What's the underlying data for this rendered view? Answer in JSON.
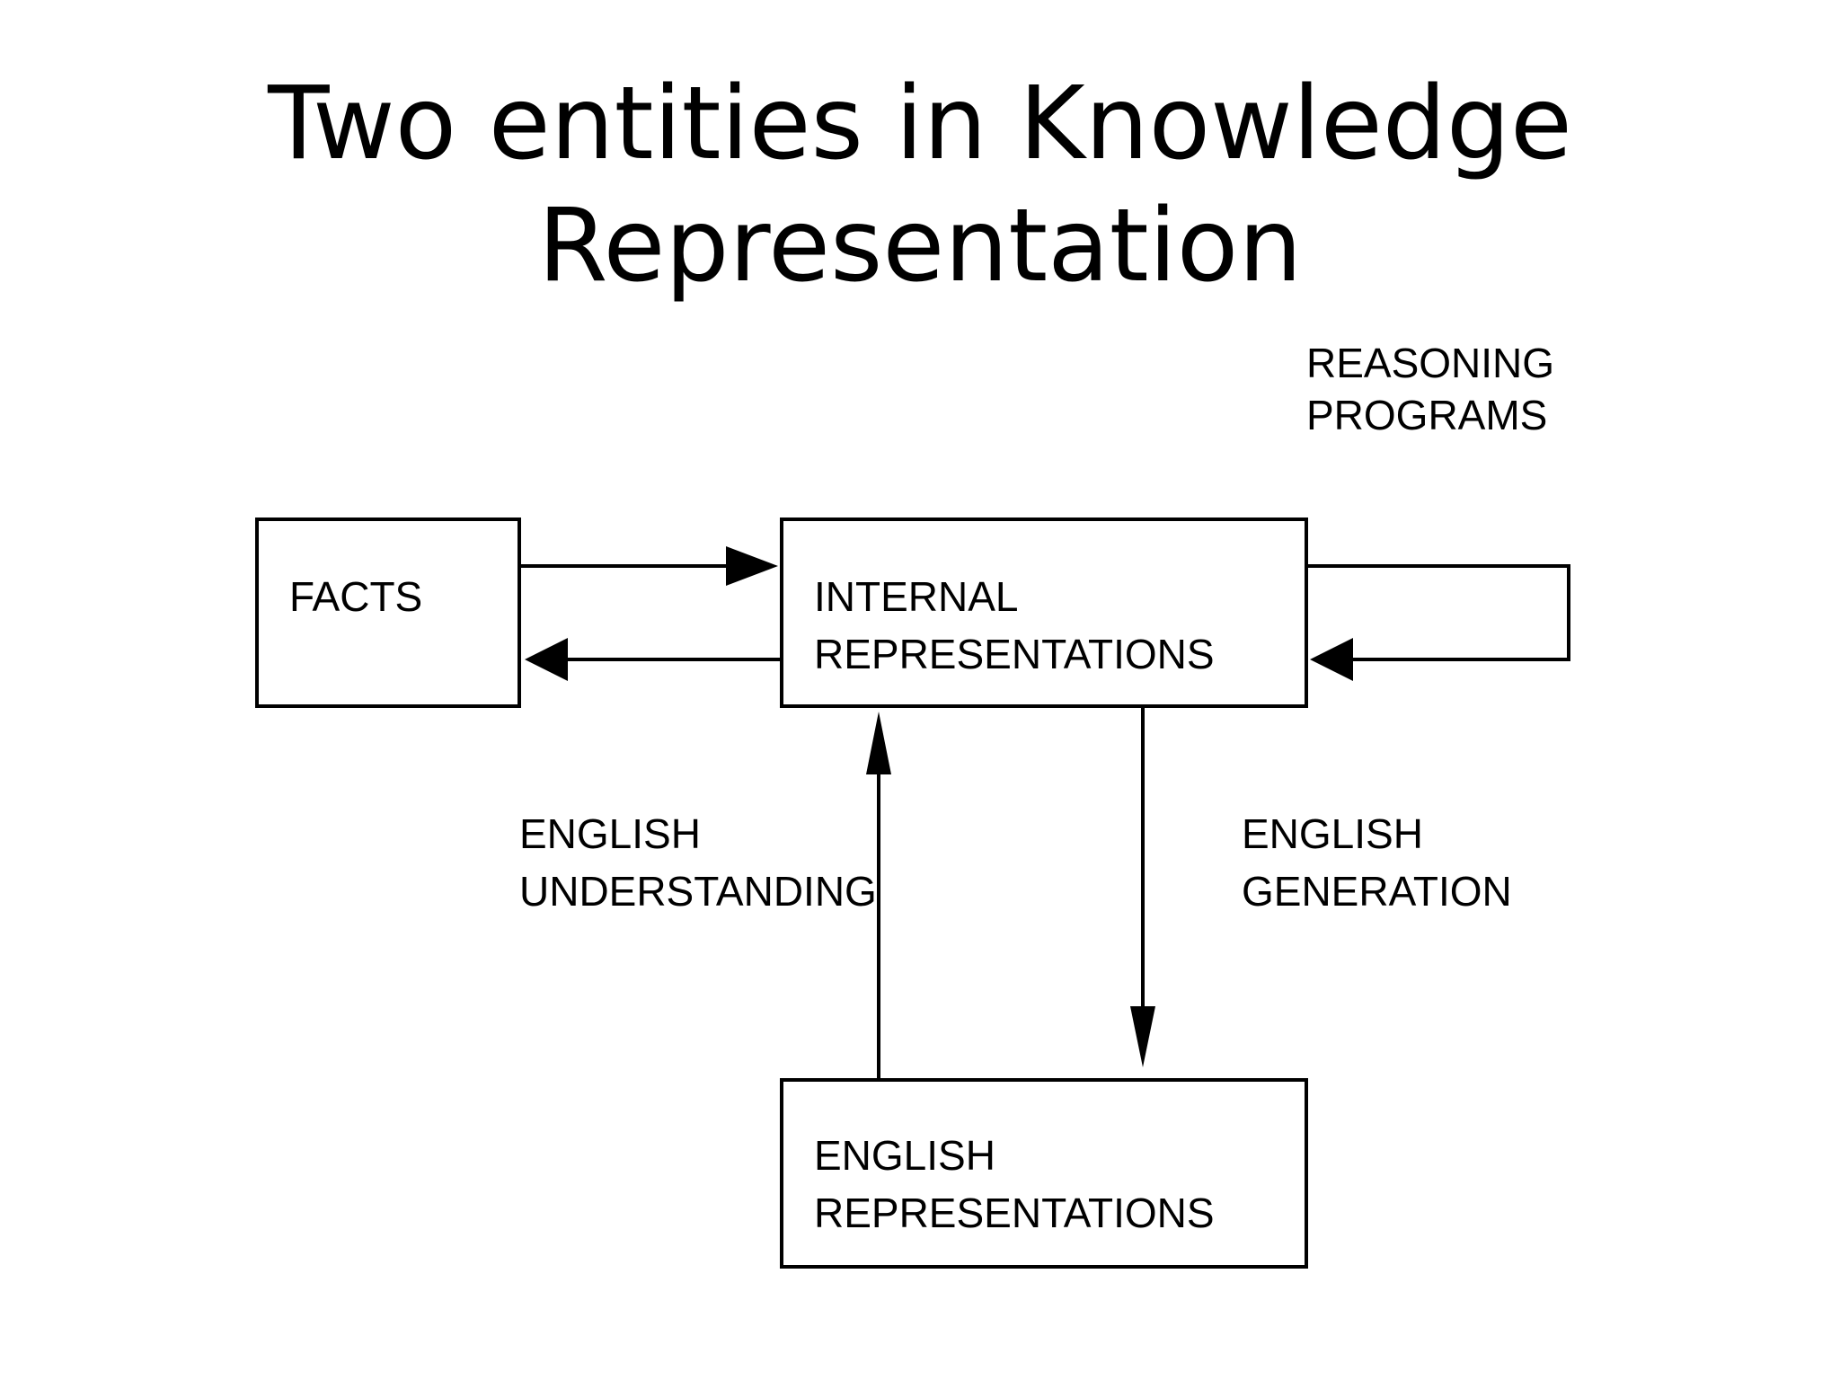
{
  "slide": {
    "title_line1": "Two entities in Knowledge",
    "title_line2": "Representation"
  },
  "diagram": {
    "facts_box": {
      "label": "FACTS"
    },
    "internal_box": {
      "label_line1": "INTERNAL",
      "label_line2": "REPRESENTATIONS"
    },
    "english_box": {
      "label_line1": "ENGLISH",
      "label_line2": "REPRESENTATIONS"
    },
    "reasoning_label": {
      "line1": "REASONING",
      "line2": "PROGRAMS"
    },
    "understanding_label": {
      "line1": "ENGLISH",
      "line2": "UNDERSTANDING"
    },
    "generation_label": {
      "line1": "ENGLISH",
      "line2": "GENERATION"
    }
  }
}
